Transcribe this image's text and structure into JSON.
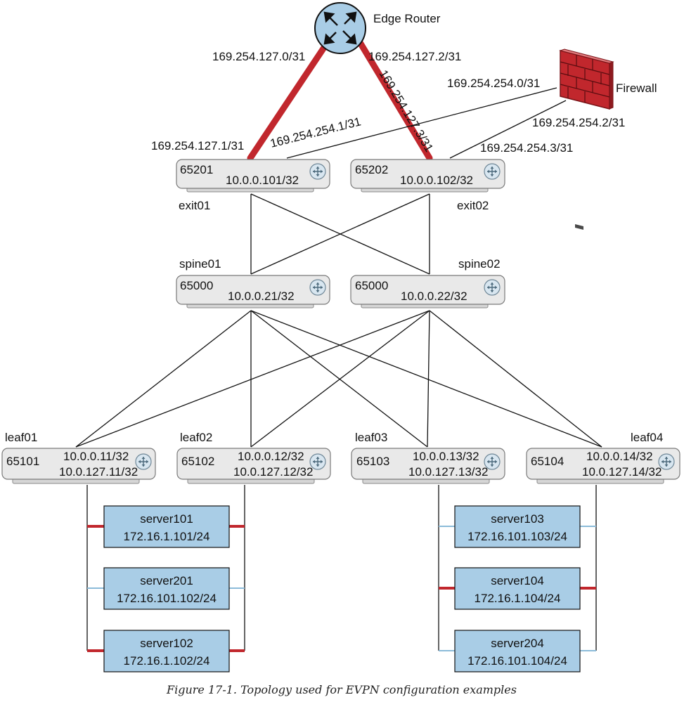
{
  "edge_router": {
    "label": "Edge Router"
  },
  "firewall": {
    "label": "Firewall"
  },
  "links": {
    "er_exit01_er_side": "169.254.127.0/31",
    "er_exit01_exit_side": "169.254.127.1/31",
    "er_exit02_er_side": "169.254.127.2/31",
    "er_exit02_exit_side": "169.254.127.3/31",
    "fw_exit01_fw_side": "169.254.254.0/31",
    "fw_exit01_exit_side": "169.254.254.1/31",
    "fw_exit02_fw_side": "169.254.254.2/31",
    "fw_exit02_exit_side": "169.254.254.3/31"
  },
  "exits": [
    {
      "name": "exit01",
      "asn": "65201",
      "ip": "10.0.0.101/32"
    },
    {
      "name": "exit02",
      "asn": "65202",
      "ip": "10.0.0.102/32"
    }
  ],
  "spines": [
    {
      "name": "spine01",
      "asn": "65000",
      "ip": "10.0.0.21/32"
    },
    {
      "name": "spine02",
      "asn": "65000",
      "ip": "10.0.0.22/32"
    }
  ],
  "leaves": [
    {
      "name": "leaf01",
      "asn": "65101",
      "ip1": "10.0.0.11/32",
      "ip2": "10.0.127.11/32"
    },
    {
      "name": "leaf02",
      "asn": "65102",
      "ip1": "10.0.0.12/32",
      "ip2": "10.0.127.12/32"
    },
    {
      "name": "leaf03",
      "asn": "65103",
      "ip1": "10.0.0.13/32",
      "ip2": "10.0.127.13/32"
    },
    {
      "name": "leaf04",
      "asn": "65104",
      "ip1": "10.0.0.14/32",
      "ip2": "10.0.127.14/32"
    }
  ],
  "servers": [
    {
      "name": "server101",
      "ip": "172.16.1.101/24"
    },
    {
      "name": "server201",
      "ip": "172.16.101.102/24"
    },
    {
      "name": "server102",
      "ip": "172.16.1.102/24"
    },
    {
      "name": "server103",
      "ip": "172.16.101.103/24"
    },
    {
      "name": "server104",
      "ip": "172.16.1.104/24"
    },
    {
      "name": "server204",
      "ip": "172.16.101.104/24"
    }
  ],
  "colors": {
    "red_link": "#c1272d",
    "blue_link": "#8bbbd9",
    "server_fill": "#a9cde6",
    "router_fill": "#a9cde6",
    "firewall_brick": "#c1272d"
  },
  "caption": "Figure 17-1. Topology used for EVPN configuration examples"
}
